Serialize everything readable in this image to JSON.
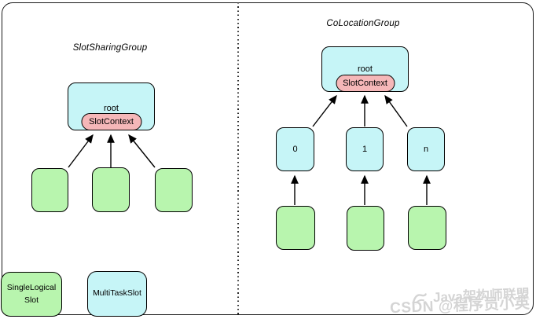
{
  "diagram": {
    "left": {
      "title": "SlotSharingGroup",
      "root_label": "root",
      "slot_context_label": "SlotContext"
    },
    "right": {
      "title": "CoLocationGroup",
      "root_label": "root",
      "slot_context_label": "SlotContext",
      "slot_labels": [
        "0",
        "1",
        "n"
      ]
    }
  },
  "legend": {
    "single_logical_slot": "SingleLogical Slot",
    "multi_task_slot": "MultiTaskSlot"
  },
  "watermark": {
    "line1": "Java架构师联盟",
    "line2": "CSDN @程序员小英"
  },
  "colors": {
    "cyan": "#c6f5f7",
    "green": "#b8f5ae",
    "pink": "#f5b7b8",
    "line": "#000000",
    "watermark": "#d4d4d4"
  }
}
